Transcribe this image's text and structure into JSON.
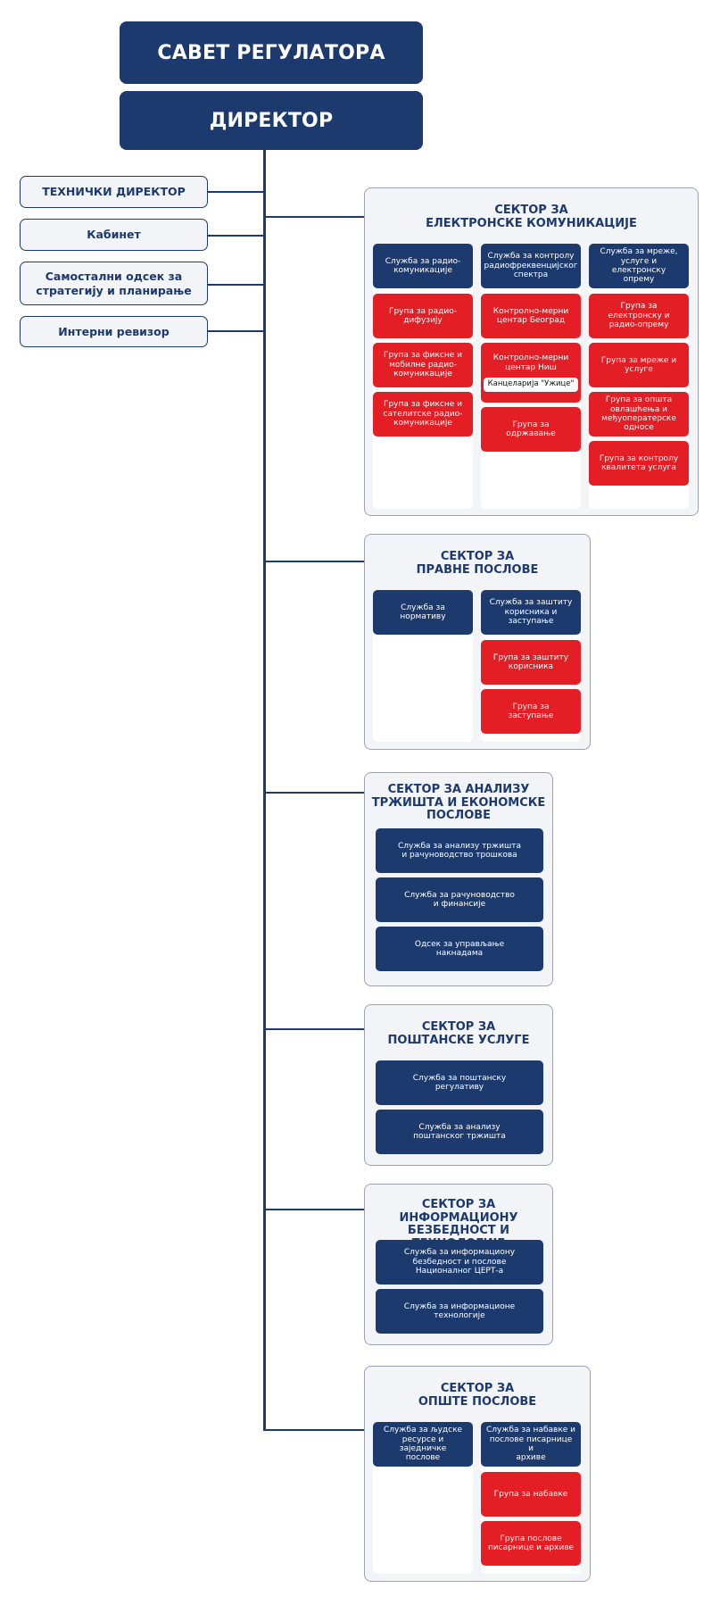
{
  "council": "САВЕТ РЕГУЛАТОРА",
  "director": "ДИРЕКТОР",
  "staff_units": [
    "ТЕХНИЧКИ ДИРЕКТОР",
    "Кабинет",
    "Самостални одсек за\nстратегију и планирање",
    "Интерни ревизор"
  ],
  "sectors": {
    "electronic": {
      "title": "СЕКТОР ЗА\nЕЛЕКТРОНСКЕ КОМУНИКАЦИЈЕ",
      "col1": {
        "service": "Служба за радио-\nкомуникације",
        "groups": [
          "Група за радио-\nдифузију",
          "Група за фиксне и\nмобилне радио-\nкомуникације",
          "Група за фиксне и\nсателитске радио-\nкомуникације"
        ]
      },
      "col2": {
        "service": "Служба за контролу\nрадиофреквенцијског\nспектра",
        "groups": [
          "Контролно-мерни\nцентар Београд",
          "Контролно-мерни\nцентар Ниш",
          "Група за\nодржавање"
        ],
        "office": "Канцеларија \"Ужице\""
      },
      "col3": {
        "service": "Служба за мреже,\nуслуге и електронску\nопрему",
        "groups": [
          "Група за\nелектронску и\nрадио-опрему",
          "Група за мреже и\nуслуге",
          "Група за општа\nовлашћења и\nмеђуоператерске\nодносе",
          "Група за контролу\nквалитета услуга"
        ]
      }
    },
    "legal": {
      "title": "СЕКТОР ЗА\nПРАВНЕ ПОСЛОВЕ",
      "col1": {
        "service": "Служба за\nнормативу"
      },
      "col2": {
        "service": "Служба за заштиту\nкорисника и\nзаступање",
        "groups": [
          "Група за заштиту\nкорисника",
          "Група за\nзаступање"
        ]
      }
    },
    "market": {
      "title": "СЕКТОР ЗА АНАЛИЗУ\nТРЖИШТА И ЕКОНОМСКЕ\nПОСЛОВЕ",
      "services": [
        "Служба за анализу тржишта\nи рачуноводство трошкова",
        "Служба за рачуноводство\nи финансије",
        "Одсек за управљање\nнакнадама"
      ]
    },
    "postal": {
      "title": "СЕКТОР ЗА\nПОШТАНСКЕ УСЛУГЕ",
      "services": [
        "Служба за поштанску\nрегулативу",
        "Служба за анализу\nпоштанског тржишта"
      ]
    },
    "infosec": {
      "title": "СЕКТОР ЗА ИНФОРМАЦИОНУ\nБЕЗБЕДНОСТ И ТЕХНОЛОГИЈЕ",
      "services": [
        "Служба за информациону\nбезбедност и послове\nНационалног ЦЕРТ-а",
        "Служба за информационе\nтехнологије"
      ]
    },
    "general": {
      "title": "СЕКТОР ЗА\nОПШТЕ ПОСЛОВЕ",
      "col1": {
        "service": "Служба за људске\nресурсе и заједничке\nпослове"
      },
      "col2": {
        "service": "Служба за набавке и\nпослове писарнице и\nархиве",
        "groups": [
          "Група за набавке",
          "Група послове\nписарнице и архиве"
        ]
      }
    }
  }
}
